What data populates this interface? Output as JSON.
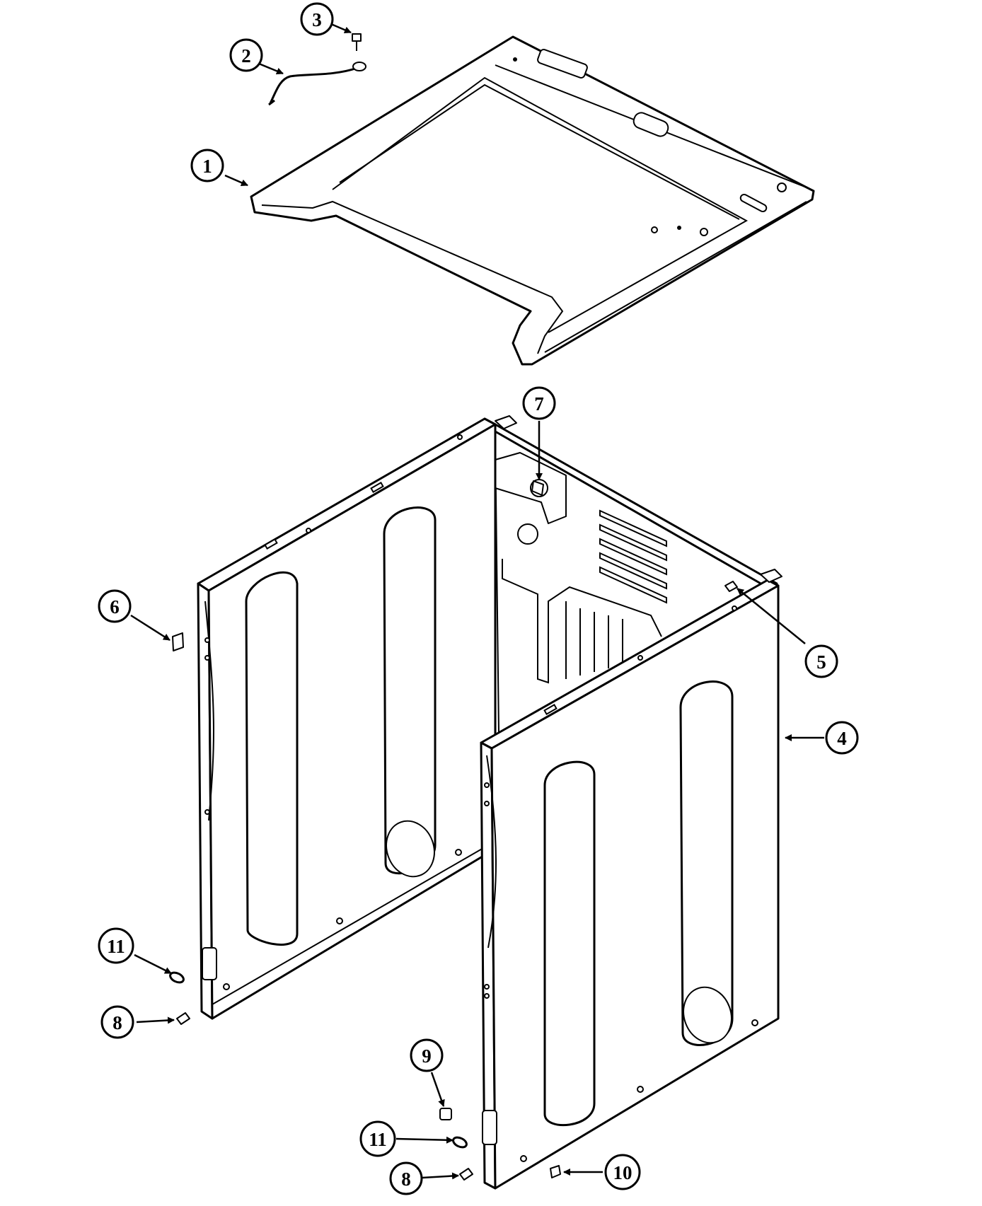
{
  "callouts": [
    {
      "label": "1"
    },
    {
      "label": "2"
    },
    {
      "label": "3"
    },
    {
      "label": "4"
    },
    {
      "label": "5"
    },
    {
      "label": "6"
    },
    {
      "label": "7"
    },
    {
      "label": "8"
    },
    {
      "label": "8"
    },
    {
      "label": "9"
    },
    {
      "label": "10"
    },
    {
      "label": "11"
    },
    {
      "label": "11"
    }
  ]
}
